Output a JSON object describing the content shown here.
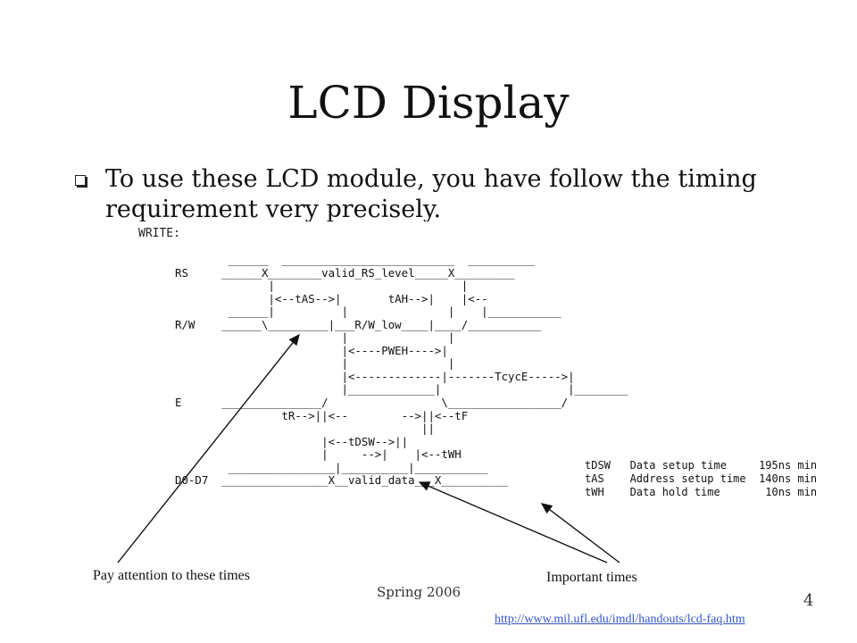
{
  "slide": {
    "title": "LCD Display",
    "bullet": "To use these LCD module, you have follow the timing requirement very precisely.",
    "diagram_heading": "WRITE:",
    "diagram_lines": [
      "        ______  __________________________  __________",
      "RS     ______X________valid_RS_level_____X_________",
      "              |                            |",
      "              |<--tAS-->|       tAH-->|    |<--",
      "        ______|          |               |    |___________",
      "R/W    ______\\_________|___R/W_low____|____/___________",
      "                         |               |",
      "                         |<----PWEH---->|",
      "                         |               |",
      "                         |<-------------|-------TcycE----->|",
      "                         |_____________|                   |________",
      "E      _______________/                 \\_________________/",
      "                tR-->||<--        -->||<--tF",
      "                                     ||",
      "                      |<--tDSW-->||",
      "                      |     -->|    |<--tWH",
      "        ________________|__________|___________",
      "D0-D7  ________________X__valid_data___X__________"
    ],
    "legend_lines": [
      "tDSW   Data setup time     195ns min",
      "tAS    Address setup time  140ns min",
      "tWH    Data hold time       10ns min"
    ],
    "annotation_left": "Pay attention to these times",
    "annotation_right": "Important times",
    "footer_date": "Spring 2006",
    "page_number": "4",
    "source_link": "http://www.mil.ufl.edu/imdl/handouts/lcd-faq.htm"
  },
  "colors": {
    "text": "#111111",
    "link": "#3355cc",
    "background": "#ffffff"
  }
}
